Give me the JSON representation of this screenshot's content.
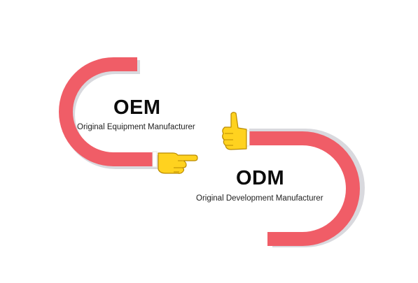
{
  "oem": {
    "title": "OEM",
    "subtitle": "Original Equipment Manufacturer"
  },
  "odm": {
    "title": "ODM",
    "subtitle": "Original Development Manufacturer"
  },
  "colors": {
    "arm": "#f05d67",
    "shadow": "#d9d9de",
    "hand": "#ffd21f",
    "hand_outline": "#b98a00",
    "cuff": "#ffffff"
  },
  "icons": {
    "left_hand": "pointing-hand-icon",
    "right_hand": "thumbs-up-icon"
  }
}
